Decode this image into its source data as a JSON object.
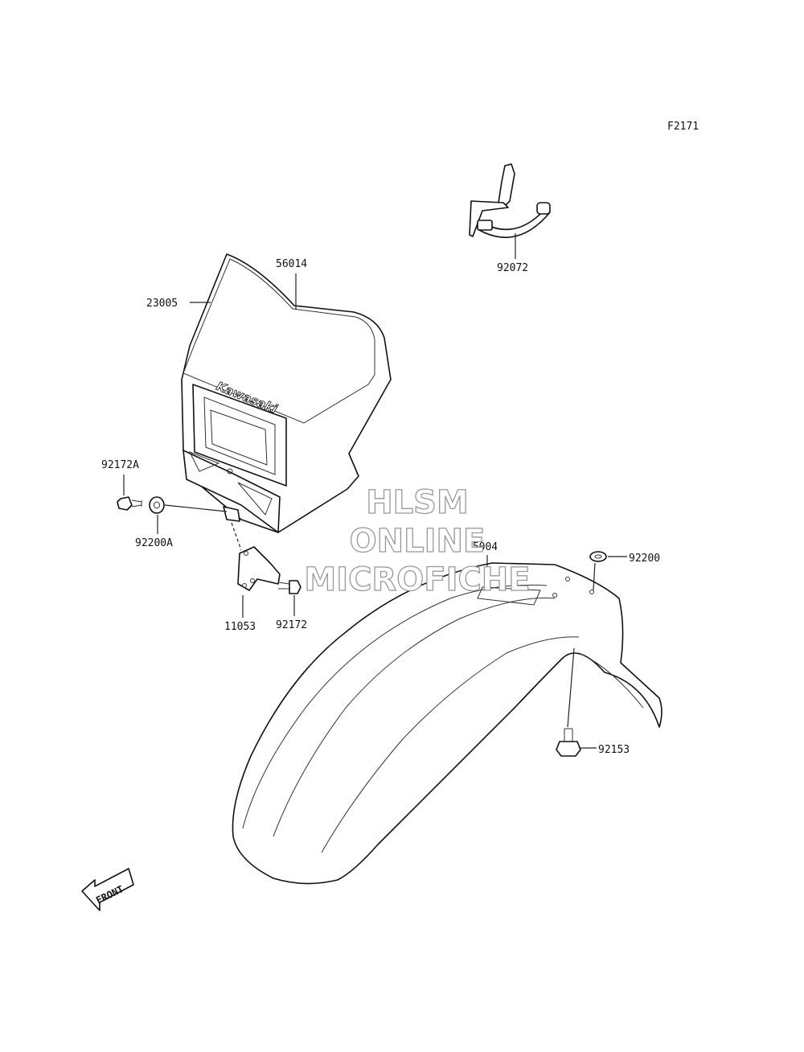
{
  "figure_code": "F2171",
  "parts": {
    "p23005": "23005",
    "p56014": "56014",
    "p92072": "92072",
    "p92172A": "92172A",
    "p92200A": "92200A",
    "p11053": "11053",
    "p92172": "92172",
    "p35004": "35004",
    "p92200": "92200",
    "p92153": "92153"
  },
  "headlight_brand": "Kawasaki",
  "direction": "FRONT",
  "watermark": {
    "line1": "HLSM",
    "line2": "ONLINE",
    "line3": "MICROFICHE"
  }
}
